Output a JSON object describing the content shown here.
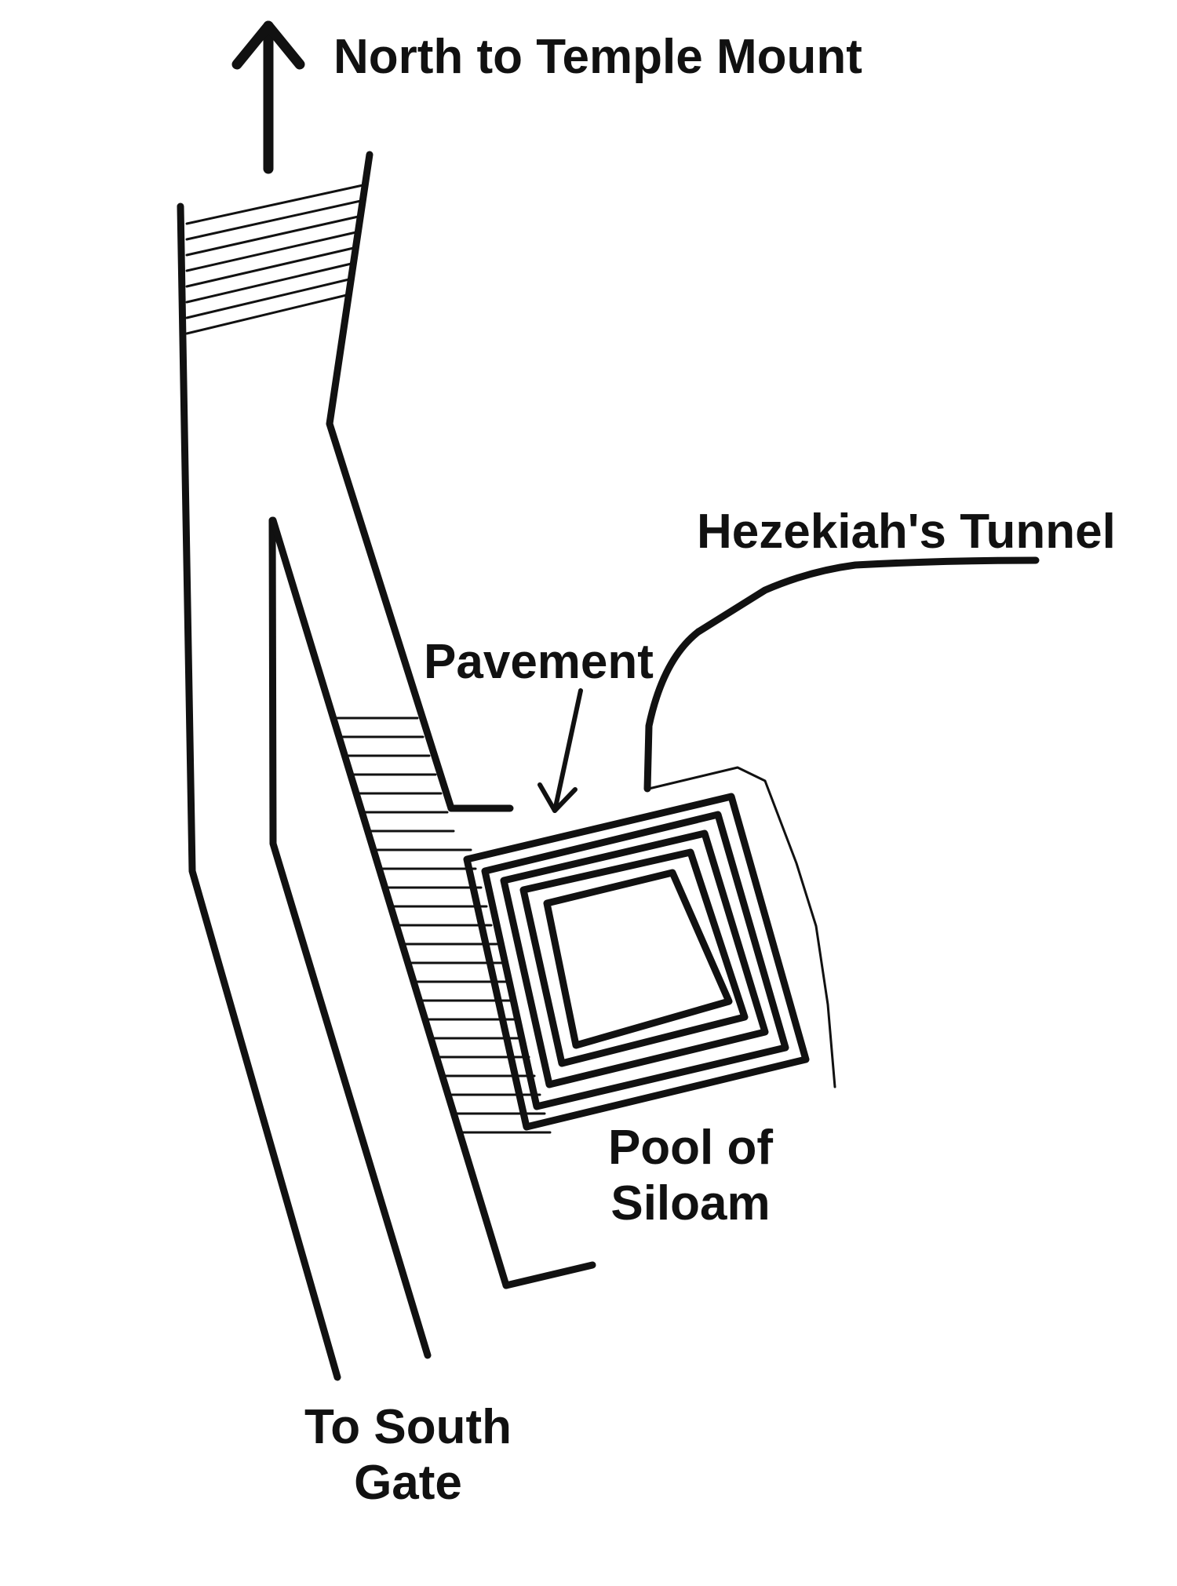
{
  "map": {
    "labels": {
      "north": "North to Temple Mount",
      "tunnel": "Hezekiah's Tunnel",
      "pavement": "Pavement",
      "pool_line1": "Pool of",
      "pool_line2": "Siloam",
      "south_line1": "To South",
      "south_line2": "Gate"
    },
    "features": [
      "north-arrow",
      "street",
      "stairs",
      "pavement-arrow",
      "hezekiahs-tunnel",
      "pool-of-siloam"
    ]
  },
  "colors": {
    "ink": "#111111",
    "background": "#ffffff"
  }
}
